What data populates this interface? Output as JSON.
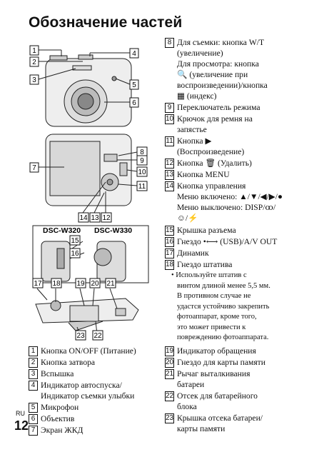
{
  "page_title": "Обозначение частей",
  "lang_code": "RU",
  "page_number": "12",
  "models": [
    "DSC-W320",
    "DSC-W330"
  ],
  "figure_callouts": [
    "1",
    "2",
    "3",
    "4",
    "5",
    "6",
    "7",
    "8",
    "9",
    "10",
    "11",
    "12",
    "13",
    "14",
    "15",
    "16",
    "17",
    "18",
    "19",
    "20",
    "21",
    "22",
    "23"
  ],
  "left_items": [
    {
      "n": "1",
      "lines": [
        "Кнопка ON/OFF (Питание)"
      ]
    },
    {
      "n": "2",
      "lines": [
        "Кнопка затвора"
      ]
    },
    {
      "n": "3",
      "lines": [
        "Вспышка"
      ]
    },
    {
      "n": "4",
      "lines": [
        "Индикатор автоспуска/",
        "Индикатор съемки улыбки"
      ]
    },
    {
      "n": "5",
      "lines": [
        "Микрофон"
      ]
    },
    {
      "n": "6",
      "lines": [
        "Объектив"
      ]
    },
    {
      "n": "7",
      "lines": [
        "Экран ЖКД"
      ]
    }
  ],
  "right_items": [
    {
      "n": "8",
      "lines": [
        "Для съемки: кнопка W/T",
        "(увеличение)",
        "Для просмотра: кнопка",
        "🔍 (увеличение при",
        "воспроизведении)/кнопка",
        "▦ (индекс)"
      ]
    },
    {
      "n": "9",
      "lines": [
        "Переключатель режима"
      ]
    },
    {
      "n": "10",
      "lines": [
        "Крючок для ремня на",
        "запястье"
      ]
    },
    {
      "n": "11",
      "lines": [
        "Кнопка ▶",
        "(Воспроизведение)"
      ]
    },
    {
      "n": "12",
      "lines": [
        "Кнопка 🗑 (Удалить)"
      ]
    },
    {
      "n": "13",
      "lines": [
        "Кнопка MENU"
      ]
    },
    {
      "n": "14",
      "lines": [
        "Кнопка управления",
        "Меню включено: ▲/▼/◀/▶/●",
        "Меню выключено: DISP/ꝏ/",
        "☺/⚡"
      ]
    },
    {
      "n": "15",
      "lines": [
        "Крышка разъема"
      ]
    },
    {
      "n": "16",
      "lines": [
        "Гнездо •⟷ (USB)/A/V OUT"
      ]
    },
    {
      "n": "17",
      "lines": [
        "Динамик"
      ]
    },
    {
      "n": "18",
      "lines": [
        "Гнездо штатива"
      ]
    }
  ],
  "tripod_note": [
    "• Используйте штатив с",
    "винтом длиной менее 5,5 мм.",
    "В противном случае не",
    "удастся устойчиво закрепить",
    "фотоаппарат, кроме того,",
    "это может привести к",
    "повреждению фотоаппарата."
  ],
  "right_items_2": [
    {
      "n": "19",
      "lines": [
        "Индикатор обращения"
      ]
    },
    {
      "n": "20",
      "lines": [
        "Гнездо для карты памяти"
      ]
    },
    {
      "n": "21",
      "lines": [
        "Рычаг выталкивания",
        "батареи"
      ]
    },
    {
      "n": "22",
      "lines": [
        "Отсек для батарейного",
        "блока"
      ]
    },
    {
      "n": "23",
      "lines": [
        "Крышка отсека батареи/",
        "карты памяти"
      ]
    }
  ]
}
